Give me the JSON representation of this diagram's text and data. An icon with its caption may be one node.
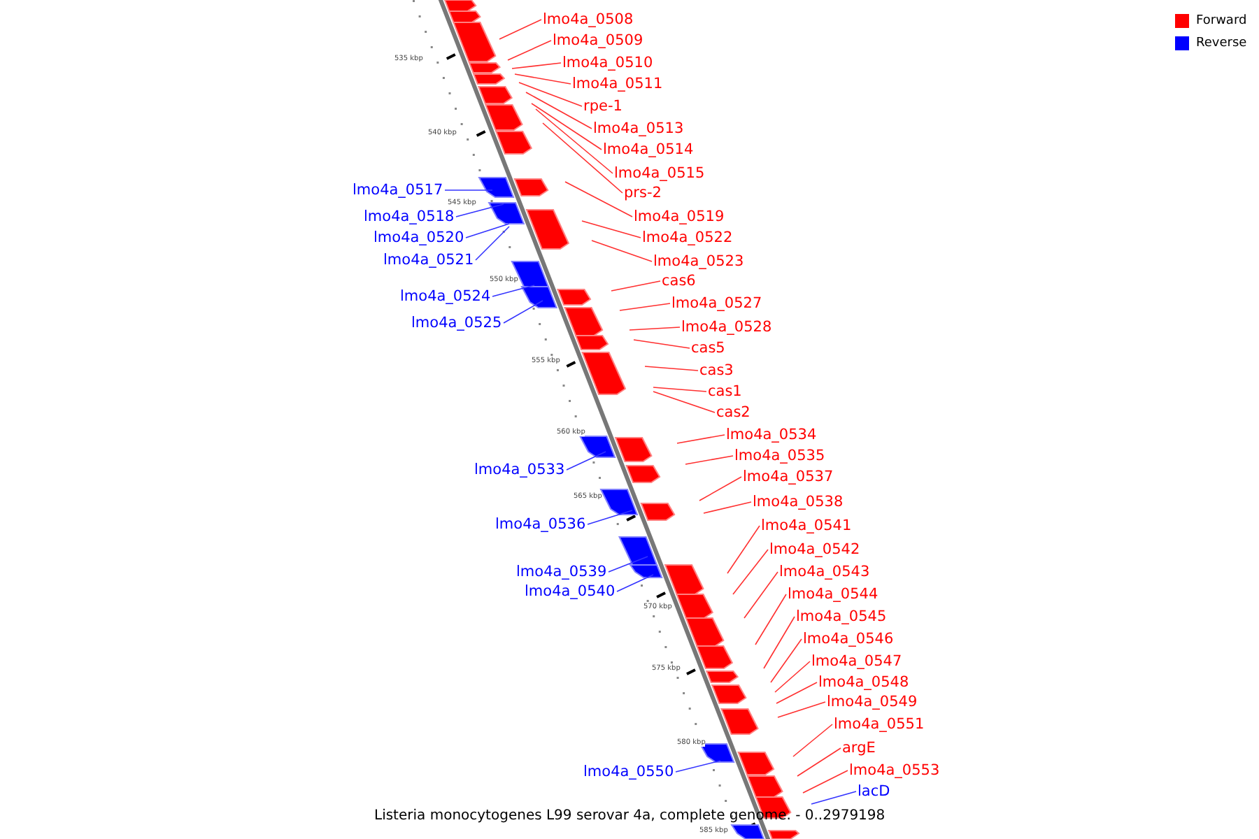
{
  "diagram": {
    "caption": "Listeria monocytogenes L99 serovar 4a, complete genome. - 0..2979198",
    "nodes": [
      {
        "text": [
          "lmo4a_0508"
        ]
      },
      {
        "text": [
          "lmo4a_0509"
        ]
      },
      {
        "text": [
          "lmo4a_0510"
        ]
      },
      {
        "text": [
          "lmo4a_0511"
        ]
      },
      {
        "text": [
          "rpe-1"
        ]
      },
      {
        "text": [
          "lmo4a_0513"
        ]
      },
      {
        "text": [
          "lmo4a_0514"
        ]
      },
      {
        "text": [
          "lmo4a_0515"
        ]
      },
      {
        "text": [
          "prs-2"
        ]
      },
      {
        "text": [
          "lmo4a_0517"
        ]
      },
      {
        "text": [
          "lmo4a_0518"
        ]
      },
      {
        "text": [
          "lmo4a_0520"
        ]
      },
      {
        "text": [
          "lmo4a_0521"
        ]
      },
      {
        "text": [
          "lmo4a_0519"
        ]
      },
      {
        "text": [
          "lmo4a_0522"
        ]
      },
      {
        "text": [
          "lmo4a_0523"
        ]
      },
      {
        "text": [
          "lmo4a_0524"
        ]
      },
      {
        "text": [
          "lmo4a_0525"
        ]
      },
      {
        "text": [
          "cas6"
        ]
      },
      {
        "text": [
          "lmo4a_0527"
        ]
      },
      {
        "text": [
          "lmo4a_0528"
        ]
      },
      {
        "text": [
          "cas5"
        ]
      },
      {
        "text": [
          "cas3"
        ]
      },
      {
        "text": [
          "cas1"
        ]
      },
      {
        "text": [
          "cas2"
        ]
      },
      {
        "text": [
          "lmo4a_0534"
        ]
      },
      {
        "text": [
          "lmo4a_0535"
        ]
      },
      {
        "text": [
          "lmo4a_0533"
        ]
      },
      {
        "text": [
          "lmo4a_0537"
        ]
      },
      {
        "text": [
          "lmo4a_0538"
        ]
      },
      {
        "text": [
          "lmo4a_0536"
        ]
      },
      {
        "text": [
          "lmo4a_0541"
        ]
      },
      {
        "text": [
          "lmo4a_0542"
        ]
      },
      {
        "text": [
          "lmo4a_0539"
        ]
      },
      {
        "text": [
          "lmo4a_0540"
        ]
      },
      {
        "text": [
          "lmo4a_0543"
        ]
      },
      {
        "text": [
          "lmo4a_0544"
        ]
      },
      {
        "text": [
          "lmo4a_0545"
        ]
      },
      {
        "text": [
          "lmo4a_0546"
        ]
      },
      {
        "text": [
          "lmo4a_0547"
        ]
      },
      {
        "text": [
          "lmo4a_0548"
        ]
      },
      {
        "text": [
          "lmo4a_0549"
        ]
      },
      {
        "text": [
          "lmo4a_0551"
        ]
      },
      {
        "text": [
          "argE"
        ]
      },
      {
        "text": [
          "lmo4a_0553"
        ]
      },
      {
        "text": [
          "lacD"
        ]
      },
      {
        "text": [
          "lmo4a_0550"
        ]
      }
    ],
    "edges": [
      {
        "from": 0,
        "to": null,
        "arrow": "none"
      },
      {
        "from": 1,
        "to": null,
        "arrow": "none"
      },
      {
        "from": 2,
        "to": null,
        "arrow": "none"
      },
      {
        "from": 3,
        "to": null,
        "arrow": "none"
      },
      {
        "from": 4,
        "to": null,
        "arrow": "none"
      },
      {
        "from": 5,
        "to": null,
        "arrow": "none"
      },
      {
        "from": 6,
        "to": null,
        "arrow": "none"
      },
      {
        "from": 7,
        "to": null,
        "arrow": "none"
      },
      {
        "from": 8,
        "to": null,
        "arrow": "none"
      },
      {
        "from": 9,
        "to": null,
        "arrow": "none",
        "color": "#3333ff"
      },
      {
        "from": 10,
        "to": null,
        "arrow": "none",
        "color": "#3333ff"
      },
      {
        "from": 11,
        "to": null,
        "arrow": "none",
        "color": "#3333ff"
      },
      {
        "from": 12,
        "to": null,
        "arrow": "none",
        "color": "#3333ff"
      },
      {
        "from": 13,
        "to": null,
        "arrow": "none"
      },
      {
        "from": 14,
        "to": null,
        "arrow": "none"
      },
      {
        "from": 15,
        "to": null,
        "arrow": "none"
      },
      {
        "from": 16,
        "to": null,
        "arrow": "none",
        "color": "#3333ff"
      },
      {
        "from": 17,
        "to": null,
        "arrow": "none",
        "color": "#3333ff"
      },
      {
        "from": 18,
        "to": null,
        "arrow": "none"
      },
      {
        "from": 19,
        "to": null,
        "arrow": "none"
      },
      {
        "from": 20,
        "to": null,
        "arrow": "none"
      },
      {
        "from": 21,
        "to": null,
        "arrow": "none"
      },
      {
        "from": 22,
        "to": null,
        "arrow": "none"
      },
      {
        "from": 23,
        "to": null,
        "arrow": "none"
      },
      {
        "from": 24,
        "to": null,
        "arrow": "none"
      },
      {
        "from": 25,
        "to": null,
        "arrow": "none"
      },
      {
        "from": 26,
        "to": null,
        "arrow": "none"
      },
      {
        "from": 27,
        "to": null,
        "arrow": "none",
        "color": "#3333ff"
      },
      {
        "from": 28,
        "to": null,
        "arrow": "none"
      },
      {
        "from": 29,
        "to": null,
        "arrow": "none"
      },
      {
        "from": 30,
        "to": null,
        "arrow": "none",
        "color": "#3333ff"
      },
      {
        "from": 31,
        "to": null,
        "arrow": "none"
      },
      {
        "from": 32,
        "to": null,
        "arrow": "none"
      },
      {
        "from": 33,
        "to": null,
        "arrow": "none",
        "color": "#3333ff"
      },
      {
        "from": 34,
        "to": null,
        "arrow": "none",
        "color": "#3333ff"
      },
      {
        "from": 35,
        "to": null,
        "arrow": "none"
      },
      {
        "from": 36,
        "to": null,
        "arrow": "none"
      },
      {
        "from": 37,
        "to": null,
        "arrow": "none"
      },
      {
        "from": 38,
        "to": null,
        "arrow": "none"
      },
      {
        "from": 39,
        "to": null,
        "arrow": "none"
      },
      {
        "from": 40,
        "to": null,
        "arrow": "none"
      },
      {
        "from": 41,
        "to": null,
        "arrow": "none"
      },
      {
        "from": 42,
        "to": null,
        "arrow": "none"
      },
      {
        "from": 43,
        "to": null,
        "arrow": "none"
      },
      {
        "from": 44,
        "to": null,
        "arrow": "none"
      },
      {
        "from": 45,
        "to": null,
        "arrow": "none",
        "color": "#3333ff"
      },
      {
        "from": 46,
        "to": null,
        "arrow": "none",
        "color": "#3333ff"
      }
    ],
    "labels": [
      "535 kbp",
      "540 kbp",
      "545 kbp",
      "550 kbp",
      "555 kbp",
      "560 kbp",
      "565 kbp",
      "570 kbp",
      "575 kbp",
      "580 kbp",
      "585 kbp"
    ],
    "legend": [
      {
        "text": "Forward",
        "color": "#ff0000"
      },
      {
        "text": "Reverse",
        "color": "#0000ff"
      }
    ]
  }
}
